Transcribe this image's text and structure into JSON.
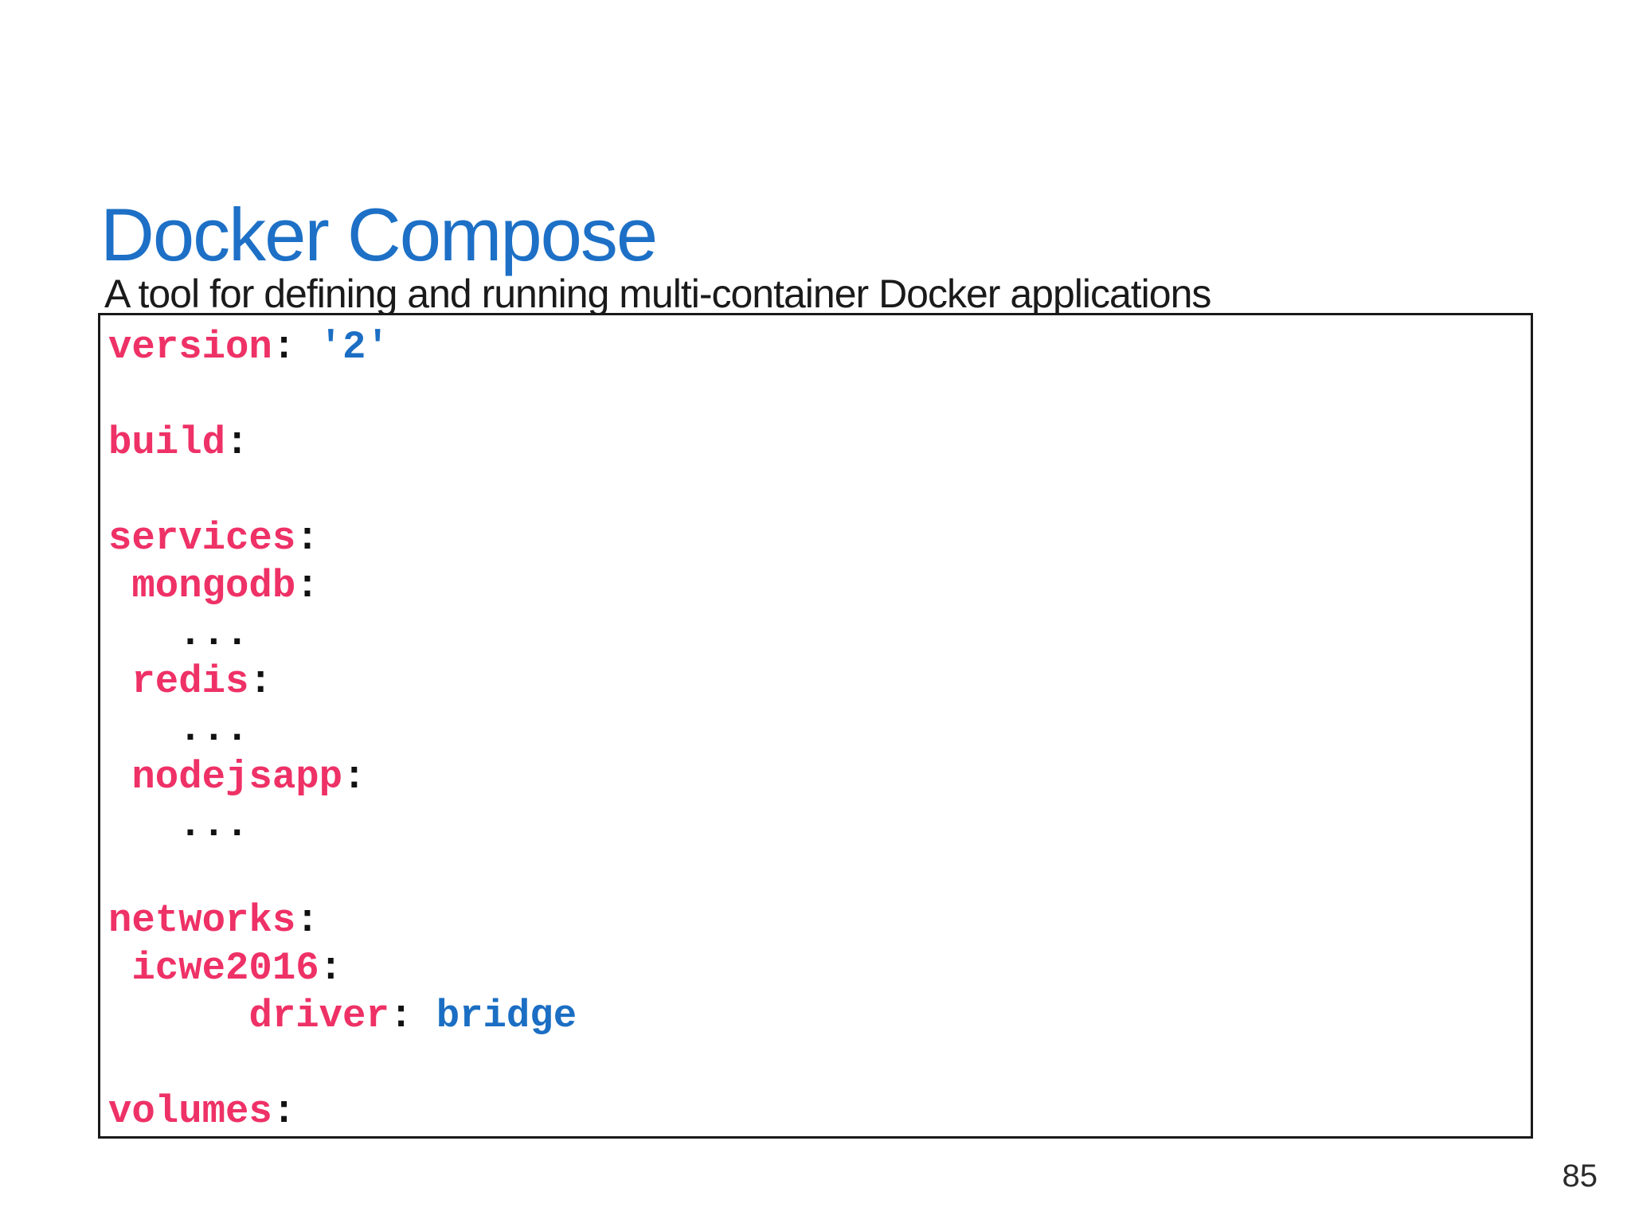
{
  "page": {
    "background": "#ffffff",
    "page_number": "85"
  },
  "header": {
    "title": "Docker Compose",
    "title_color": "#1d70c6",
    "subtitle": "A tool for defining and running multi-container Docker applications",
    "subtitle_color": "#1a1a1a"
  },
  "code_block": {
    "language": "yaml",
    "border_color": "#1a1a1a",
    "key_color": "#ee3166",
    "value_color": "#1b6ec3",
    "punct_color": "#111111",
    "lines": [
      [
        {
          "t": "version",
          "c": "key"
        },
        {
          "t": ": ",
          "c": "punct"
        },
        {
          "t": "'2'",
          "c": "value"
        }
      ],
      [],
      [
        {
          "t": "build",
          "c": "key"
        },
        {
          "t": ":",
          "c": "punct"
        }
      ],
      [],
      [
        {
          "t": "services",
          "c": "key"
        },
        {
          "t": ":",
          "c": "punct"
        }
      ],
      [
        {
          "t": " ",
          "c": "punct"
        },
        {
          "t": "mongodb",
          "c": "key"
        },
        {
          "t": ":",
          "c": "punct"
        }
      ],
      [
        {
          "t": "   ...",
          "c": "punct"
        }
      ],
      [
        {
          "t": " ",
          "c": "punct"
        },
        {
          "t": "redis",
          "c": "key"
        },
        {
          "t": ":",
          "c": "punct"
        }
      ],
      [
        {
          "t": "   ...",
          "c": "punct"
        }
      ],
      [
        {
          "t": " ",
          "c": "punct"
        },
        {
          "t": "nodejsapp",
          "c": "key"
        },
        {
          "t": ":",
          "c": "punct"
        }
      ],
      [
        {
          "t": "   ...",
          "c": "punct"
        }
      ],
      [],
      [
        {
          "t": "networks",
          "c": "key"
        },
        {
          "t": ":",
          "c": "punct"
        }
      ],
      [
        {
          "t": " ",
          "c": "punct"
        },
        {
          "t": "icwe2016",
          "c": "key"
        },
        {
          "t": ":",
          "c": "punct"
        }
      ],
      [
        {
          "t": "      ",
          "c": "punct"
        },
        {
          "t": "driver",
          "c": "key"
        },
        {
          "t": ": ",
          "c": "punct"
        },
        {
          "t": "bridge",
          "c": "value"
        }
      ],
      [],
      [
        {
          "t": "volumes",
          "c": "key"
        },
        {
          "t": ":",
          "c": "punct"
        }
      ]
    ]
  }
}
